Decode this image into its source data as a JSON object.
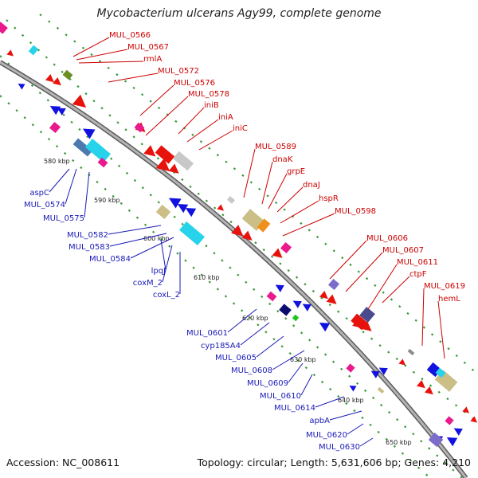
{
  "title": "Mycobacterium ulcerans Agy99, complete genome",
  "accession": "Accession: NC_008611",
  "summary": "Topology: circular; Length: 5,631,606 bp; Genes: 4,210",
  "colors": {
    "forward_labels": "#cc0000",
    "reverse_labels": "#1a1ab8",
    "backbone": "#8c8c8c",
    "tick": "#2e8b2e"
  },
  "kbp_ticks": [
    "580 kbp",
    "590 kbp",
    "600 kbp",
    "610 kbp",
    "620 kbp",
    "630 kbp",
    "640 kbp",
    "650 kbp"
  ],
  "forward_genes": [
    "MUL_0566",
    "MUL_0567",
    "rmlA",
    "MUL_0572",
    "MUL_0576",
    "MUL_0578",
    "iniB",
    "iniA",
    "iniC",
    "MUL_0589",
    "dnaK",
    "grpE",
    "dnaJ",
    "hspR",
    "MUL_0598",
    "MUL_0606",
    "MUL_0607",
    "MUL_0611",
    "ctpF",
    "MUL_0619",
    "hemL"
  ],
  "reverse_genes": [
    "aspC",
    "MUL_0574",
    "MUL_0575",
    "MUL_0582",
    "MUL_0583",
    "MUL_0584",
    "lpqJ",
    "coxM_2",
    "coxL_2",
    "MUL_0601",
    "cyp185A4",
    "MUL_0605",
    "MUL_0608",
    "MUL_0609",
    "MUL_0610",
    "MUL_0614",
    "apbA",
    "MUL_0620",
    "MUL_0630"
  ]
}
